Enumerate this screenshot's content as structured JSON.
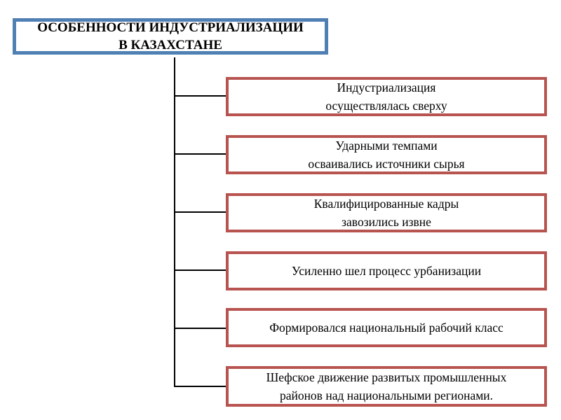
{
  "title": {
    "line1": "ОСОБЕННОСТИ ИНДУСТРИАЛИЗАЦИИ",
    "line2": "В КАЗАХСТАНЕ"
  },
  "items": [
    {
      "line1": "Индустриализация",
      "line2": "осуществлялась сверху"
    },
    {
      "line1": "Ударными темпами",
      "line2": "осваивались источники сырья"
    },
    {
      "line1": "Квалифицированные кадры",
      "line2": "завозились извне"
    },
    {
      "line1": "Усиленно шел процесс урбанизации",
      "line2": ""
    },
    {
      "line1": "Формировался национальный рабочий класс",
      "line2": ""
    },
    {
      "line1": "Шефское движение развитых промышленных",
      "line2": "районов над национальными регионами."
    }
  ],
  "colors": {
    "title_border": "#4f7fb3",
    "item_border": "#b85450",
    "connector": "#000000"
  }
}
